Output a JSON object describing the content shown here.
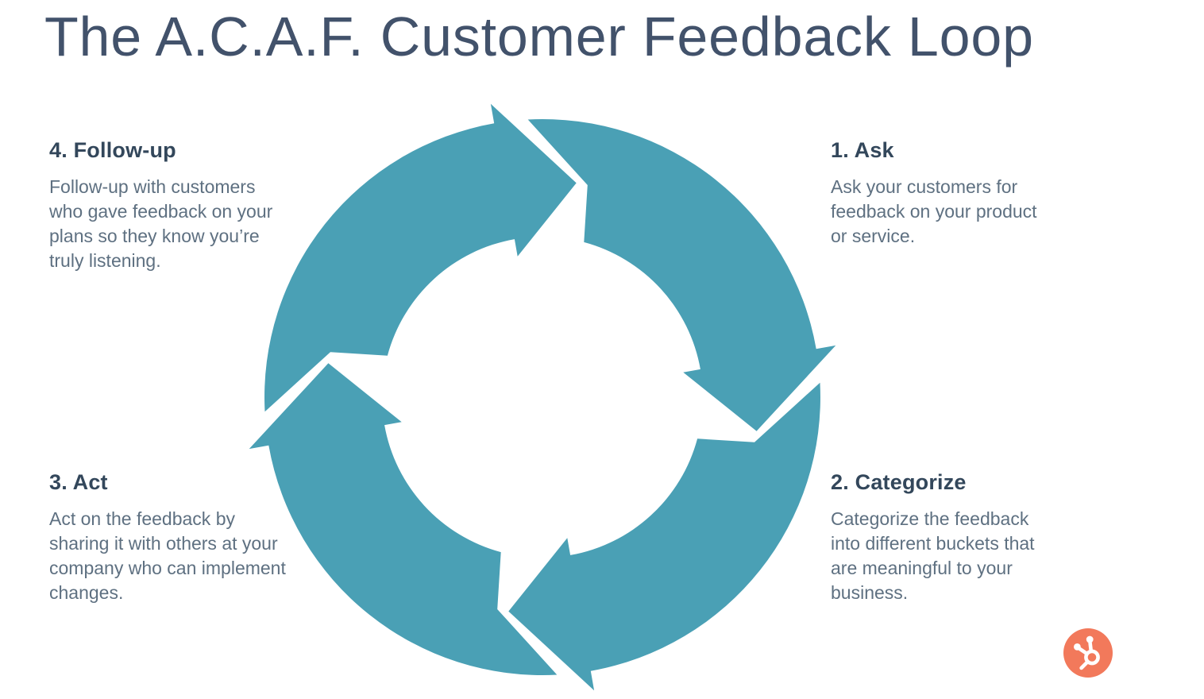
{
  "page": {
    "title": "The A.C.A.F. Customer Feedback Loop"
  },
  "diagram": {
    "type": "cycle",
    "direction": "clockwise",
    "steps": [
      {
        "id": 1,
        "label": "1. Ask",
        "description": "Ask your customers for feedback on your product or service.",
        "position": "top-right"
      },
      {
        "id": 2,
        "label": "2. Categorize",
        "description": "Categorize the feedback into different buckets that are meaningful to your business.",
        "position": "bottom-right"
      },
      {
        "id": 3,
        "label": "3. Act",
        "description": "Act on the feedback by sharing it with others at your company who can implement changes.",
        "position": "bottom-left"
      },
      {
        "id": 4,
        "label": "4. Follow-up",
        "description": "Follow-up with customers who gave feedback on your plans so they know you’re truly listening.",
        "position": "top-left"
      }
    ]
  },
  "branding": {
    "logo": "hubspot-sprocket"
  },
  "colors": {
    "accent_teal": "#4AA0B5",
    "logo_orange": "#F2795B",
    "heading_navy": "#33475B",
    "body_slate": "#5E7081",
    "title_navy": "#42526B"
  }
}
